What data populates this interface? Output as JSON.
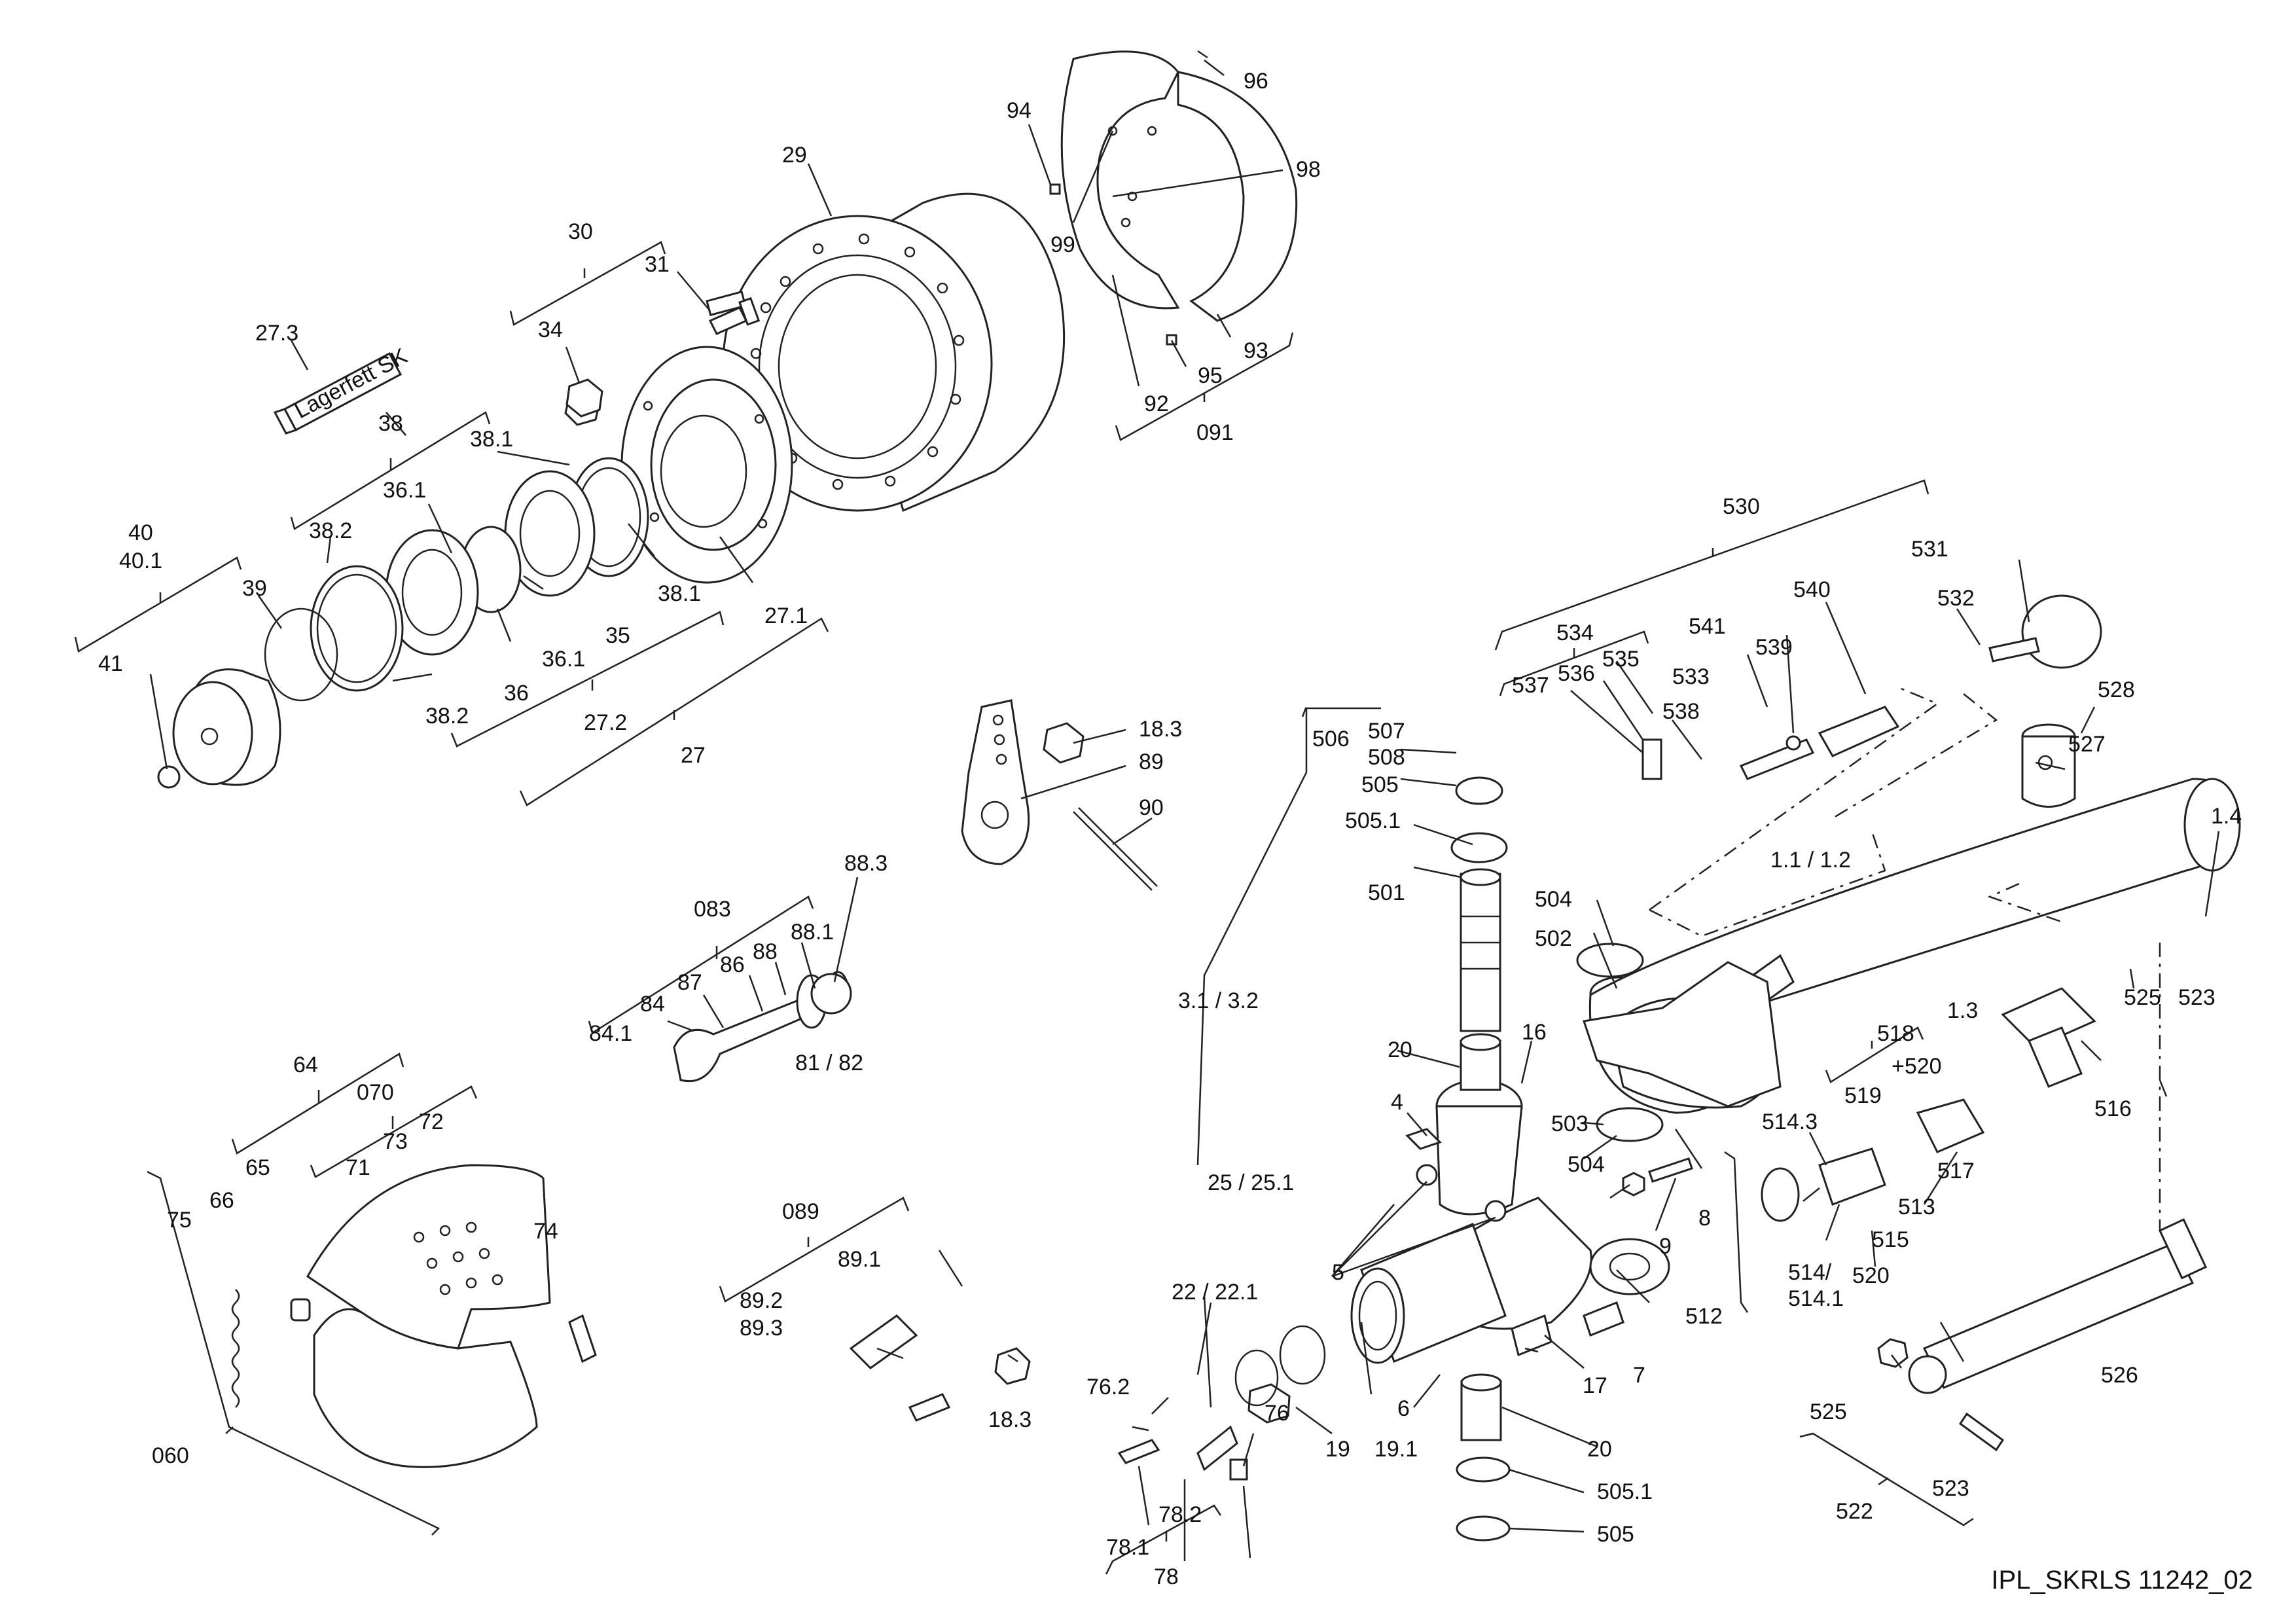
{
  "drawing_id": "IPL_SKRLS 11242_02",
  "tube_label": "Lagerfett SK",
  "parts": [
    {
      "id": "p27_3",
      "text": "27.3"
    },
    {
      "id": "p30",
      "text": "30"
    },
    {
      "id": "p31",
      "text": "31"
    },
    {
      "id": "p34",
      "text": "34"
    },
    {
      "id": "p29",
      "text": "29"
    },
    {
      "id": "p94",
      "text": "94"
    },
    {
      "id": "p96",
      "text": "96"
    },
    {
      "id": "p98",
      "text": "98"
    },
    {
      "id": "p99",
      "text": "99"
    },
    {
      "id": "p93",
      "text": "93"
    },
    {
      "id": "p95",
      "text": "95"
    },
    {
      "id": "p92",
      "text": "92"
    },
    {
      "id": "p091",
      "text": "091"
    },
    {
      "id": "p38",
      "text": "38"
    },
    {
      "id": "p38_1a",
      "text": "38.1"
    },
    {
      "id": "p36_1a",
      "text": "36.1"
    },
    {
      "id": "p38_2a",
      "text": "38.2"
    },
    {
      "id": "p40",
      "text": "40"
    },
    {
      "id": "p40_1",
      "text": "40.1"
    },
    {
      "id": "p39",
      "text": "39"
    },
    {
      "id": "p41",
      "text": "41"
    },
    {
      "id": "p38_1b",
      "text": "38.1"
    },
    {
      "id": "p27_1",
      "text": "27.1"
    },
    {
      "id": "p35",
      "text": "35"
    },
    {
      "id": "p36_1b",
      "text": "36.1"
    },
    {
      "id": "p36",
      "text": "36"
    },
    {
      "id": "p38_2b",
      "text": "38.2"
    },
    {
      "id": "p27_2",
      "text": "27.2"
    },
    {
      "id": "p27",
      "text": "27"
    },
    {
      "id": "p530",
      "text": "530"
    },
    {
      "id": "p531",
      "text": "531"
    },
    {
      "id": "p532",
      "text": "532"
    },
    {
      "id": "p540",
      "text": "540"
    },
    {
      "id": "p541",
      "text": "541"
    },
    {
      "id": "p539",
      "text": "539"
    },
    {
      "id": "p534",
      "text": "534"
    },
    {
      "id": "p536",
      "text": "536"
    },
    {
      "id": "p535",
      "text": "535"
    },
    {
      "id": "p533",
      "text": "533"
    },
    {
      "id": "p537",
      "text": "537"
    },
    {
      "id": "p538",
      "text": "538"
    },
    {
      "id": "p528",
      "text": "528"
    },
    {
      "id": "p527",
      "text": "527"
    },
    {
      "id": "p18_3a",
      "text": "18.3"
    },
    {
      "id": "p89",
      "text": "89"
    },
    {
      "id": "p90",
      "text": "90"
    },
    {
      "id": "p506",
      "text": "506"
    },
    {
      "id": "p507",
      "text": "507"
    },
    {
      "id": "p508",
      "text": "508"
    },
    {
      "id": "p505a",
      "text": "505"
    },
    {
      "id": "p505_1a",
      "text": "505.1"
    },
    {
      "id": "p501",
      "text": "501"
    },
    {
      "id": "p1_1",
      "text": "1.1 / 1.2"
    },
    {
      "id": "p1_4",
      "text": "1.4"
    },
    {
      "id": "p88_3",
      "text": "88.3"
    },
    {
      "id": "p083",
      "text": "083"
    },
    {
      "id": "p88_1",
      "text": "88.1"
    },
    {
      "id": "p88",
      "text": "88"
    },
    {
      "id": "p86",
      "text": "86"
    },
    {
      "id": "p87",
      "text": "87"
    },
    {
      "id": "p84",
      "text": "84"
    },
    {
      "id": "p84_1",
      "text": "84.1"
    },
    {
      "id": "p81_82",
      "text": "81 / 82"
    },
    {
      "id": "p504a",
      "text": "504"
    },
    {
      "id": "p502",
      "text": "502"
    },
    {
      "id": "p3_1",
      "text": "3.1 / 3.2"
    },
    {
      "id": "p1_3",
      "text": "1.3"
    },
    {
      "id": "p525a",
      "text": "525"
    },
    {
      "id": "p523a",
      "text": "523"
    },
    {
      "id": "p64",
      "text": "64"
    },
    {
      "id": "p070",
      "text": "070"
    },
    {
      "id": "p72",
      "text": "72"
    },
    {
      "id": "p73",
      "text": "73"
    },
    {
      "id": "p65",
      "text": "65"
    },
    {
      "id": "p71",
      "text": "71"
    },
    {
      "id": "p66",
      "text": "66"
    },
    {
      "id": "p75",
      "text": "75"
    },
    {
      "id": "p74",
      "text": "74"
    },
    {
      "id": "p060",
      "text": "060"
    },
    {
      "id": "p20a",
      "text": "20"
    },
    {
      "id": "p16",
      "text": "16"
    },
    {
      "id": "p4",
      "text": "4"
    },
    {
      "id": "p518",
      "text": "518"
    },
    {
      "id": "p520p",
      "text": "+520"
    },
    {
      "id": "p519",
      "text": "519"
    },
    {
      "id": "p516",
      "text": "516"
    },
    {
      "id": "p514_3",
      "text": "514.3"
    },
    {
      "id": "p503",
      "text": "503"
    },
    {
      "id": "p504b",
      "text": "504"
    },
    {
      "id": "p517",
      "text": "517"
    },
    {
      "id": "p25",
      "text": "25 / 25.1"
    },
    {
      "id": "p8",
      "text": "8"
    },
    {
      "id": "p513",
      "text": "513"
    },
    {
      "id": "p515",
      "text": "515"
    },
    {
      "id": "p9",
      "text": "9"
    },
    {
      "id": "p514",
      "text": "514/"
    },
    {
      "id": "p514_1",
      "text": "514.1"
    },
    {
      "id": "p520",
      "text": "520"
    },
    {
      "id": "p5",
      "text": "5"
    },
    {
      "id": "p512",
      "text": "512"
    },
    {
      "id": "p089",
      "text": "089"
    },
    {
      "id": "p89_1",
      "text": "89.1"
    },
    {
      "id": "p89_2",
      "text": "89.2"
    },
    {
      "id": "p89_3",
      "text": "89.3"
    },
    {
      "id": "p18_3b",
      "text": "18.3"
    },
    {
      "id": "p22",
      "text": "22 / 22.1"
    },
    {
      "id": "p76_2",
      "text": "76.2"
    },
    {
      "id": "p76",
      "text": "76"
    },
    {
      "id": "p19",
      "text": "19"
    },
    {
      "id": "p19_1",
      "text": "19.1"
    },
    {
      "id": "p6",
      "text": "6"
    },
    {
      "id": "p7",
      "text": "7"
    },
    {
      "id": "p17",
      "text": "17"
    },
    {
      "id": "p526",
      "text": "526"
    },
    {
      "id": "p525b",
      "text": "525"
    },
    {
      "id": "p20b",
      "text": "20"
    },
    {
      "id": "p505_1b",
      "text": "505.1"
    },
    {
      "id": "p505b",
      "text": "505"
    },
    {
      "id": "p78_2",
      "text": "78.2"
    },
    {
      "id": "p78_1",
      "text": "78.1"
    },
    {
      "id": "p78",
      "text": "78"
    },
    {
      "id": "p522",
      "text": "522"
    },
    {
      "id": "p523b",
      "text": "523"
    }
  ]
}
